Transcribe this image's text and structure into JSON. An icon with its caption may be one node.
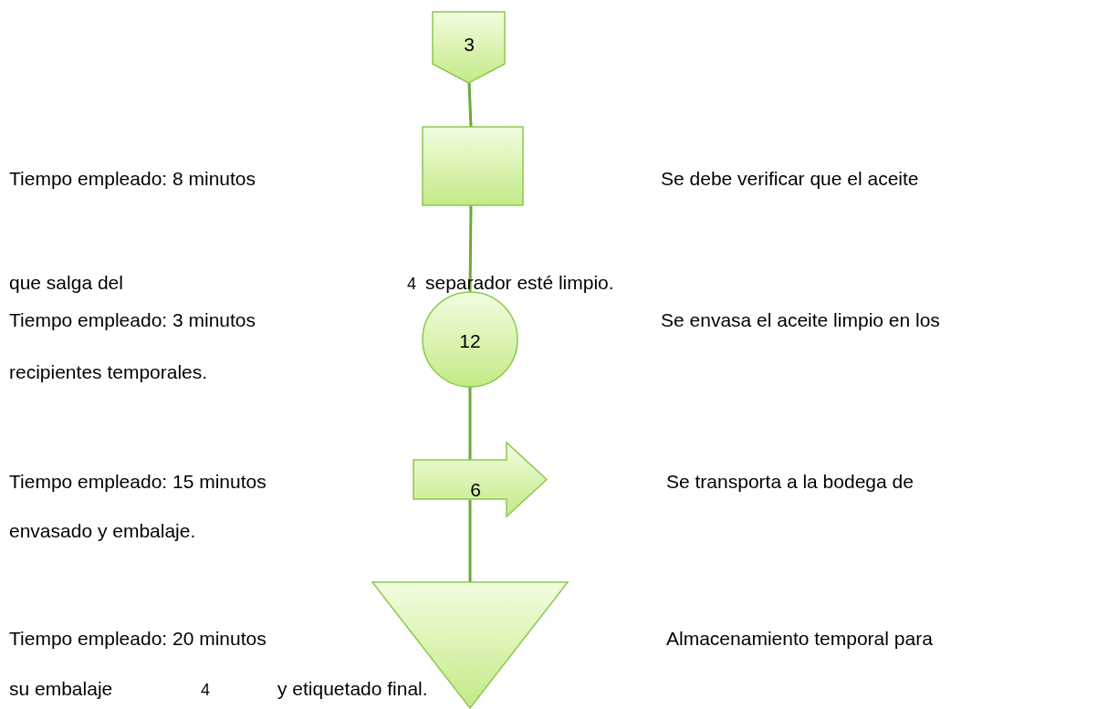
{
  "diagram": {
    "nodes": [
      {
        "text": [
          "3"
        ]
      },
      {
        "text": [],
        "shape": "box"
      },
      {
        "text": [
          "12"
        ]
      },
      {
        "text": [
          "6"
        ]
      },
      {
        "text": [],
        "shape": "triangle"
      }
    ],
    "edges": [
      {
        "from": 0,
        "to": 1,
        "arrow": "none"
      },
      {
        "from": 1,
        "to": 2,
        "arrow": "none"
      },
      {
        "from": 2,
        "to": 3,
        "arrow": "none"
      },
      {
        "from": 3,
        "to": 4,
        "arrow": "none"
      }
    ],
    "labels": [
      "Tiempo empleado: 8 minutos",
      "Se debe verificar que el aceite",
      "que salga del",
      "4",
      "separador esté limpio.",
      "Tiempo empleado: 3 minutos",
      "Se envasa el aceite limpio en los",
      "recipientes temporales.",
      "Tiempo empleado: 15 minutos",
      "Se transporta a la bodega de",
      "envasado y embalaje.",
      "Tiempo empleado: 20 minutos",
      "Almacenamiento temporal para",
      "su embalaje",
      "4",
      "y etiquetado final."
    ]
  }
}
